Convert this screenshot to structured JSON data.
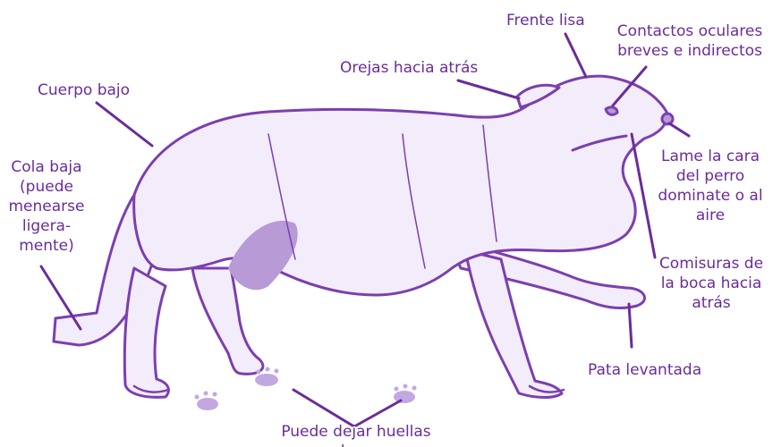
{
  "figure": {
    "colors": {
      "accent": "#6a2c9a",
      "outline": "#7b3fb0",
      "fill": "#f3ecfa",
      "shade": "#b89ad6"
    },
    "labels": {
      "frente_lisa": "Frente lisa",
      "contactos_oculares": "Contactos oculares\nbreves e indirectos",
      "orejas": "Orejas hacia atrás",
      "cuerpo_bajo": "Cuerpo bajo",
      "cola_baja": "Cola baja\n(puede\nmenearse\nligera-\nmente)",
      "lame_cara": "Lame la cara\ndel perro\ndominate o al\naire",
      "comisuras": "Comisuras de\nla boca hacia\natrás",
      "pata_levantada": "Pata levantada",
      "huellas": "Puede dejar huellas sudorosas"
    }
  }
}
